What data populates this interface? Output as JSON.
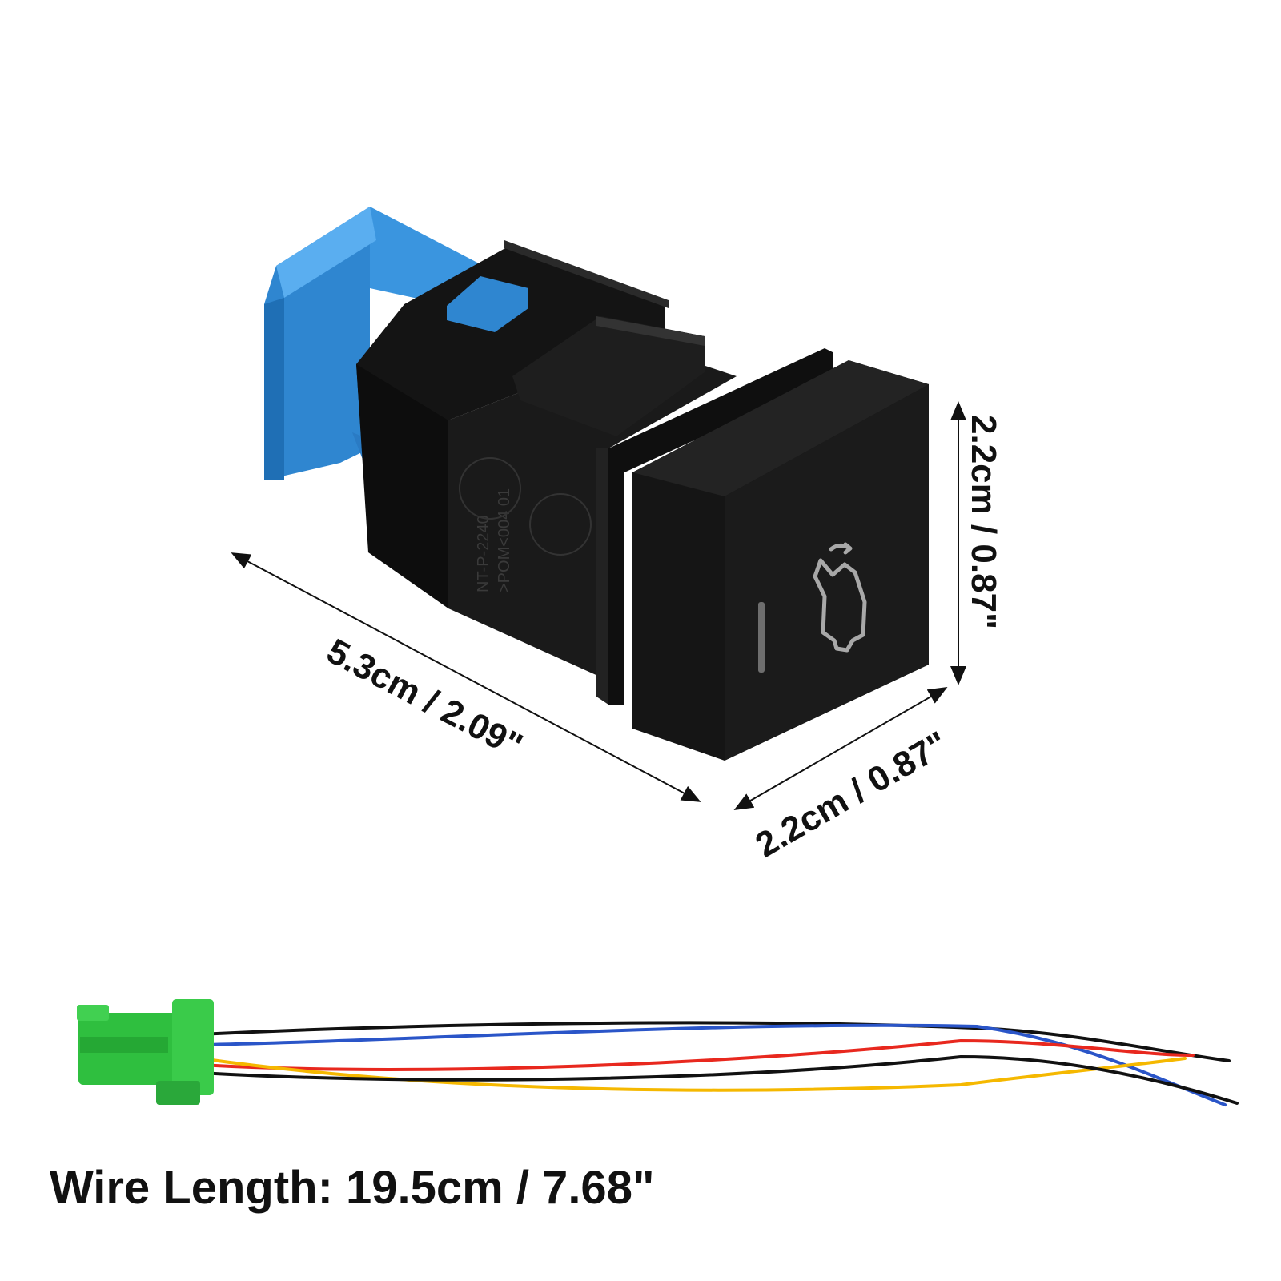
{
  "dimensions": {
    "length_label": "5.3cm / 2.09\"",
    "width_label": "2.2cm / 0.87\"",
    "height_label": "2.2cm / 0.87\""
  },
  "housing_marking": {
    "line1": "NT-P-2240",
    "line2": ">POM<004 01"
  },
  "caption": {
    "wire_length": "Wire Length: 19.5cm / 7.68\""
  },
  "colors": {
    "switch_body": "#141414",
    "connector_blue": "#2f86d0",
    "plug_green": "#2fbf3f",
    "icon_gray": "#a8a8a8",
    "wire_black": "#111111",
    "wire_blue": "#2a55c8",
    "wire_red": "#e8281e",
    "wire_yellow": "#f5b800"
  },
  "icons": {
    "switch_face_icon": "trunk-open-icon",
    "indicator": "indicator-bar-icon"
  }
}
